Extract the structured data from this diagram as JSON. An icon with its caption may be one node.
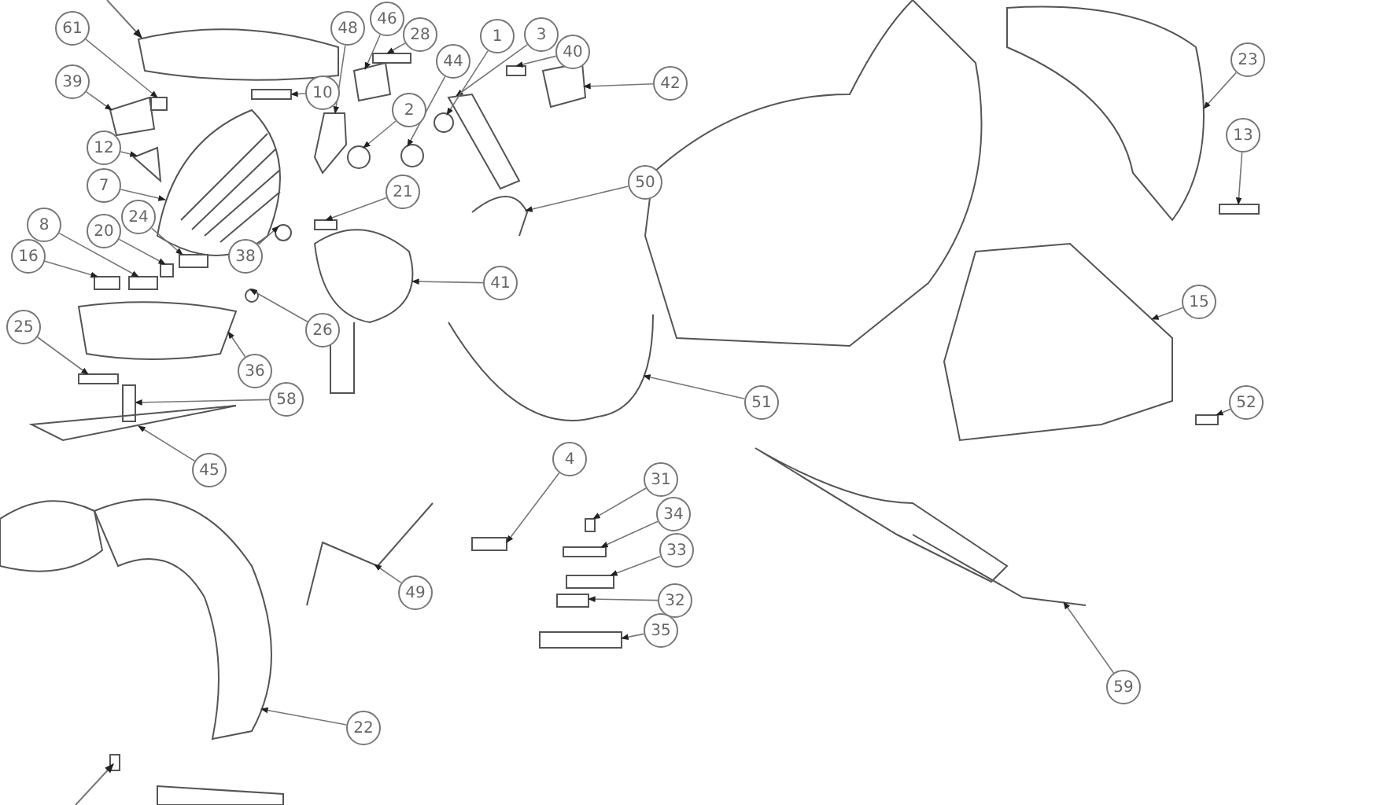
{
  "diagram": {
    "nodes": [
      {
        "text": [
          "46"
        ]
      },
      {
        "text": [
          "61"
        ]
      },
      {
        "text": [
          "48"
        ]
      },
      {
        "text": [
          "28"
        ]
      },
      {
        "text": [
          "3"
        ]
      },
      {
        "text": [
          "1"
        ]
      },
      {
        "text": [
          "40"
        ]
      },
      {
        "text": [
          "23"
        ]
      },
      {
        "text": [
          "44"
        ]
      },
      {
        "text": [
          "39"
        ]
      },
      {
        "text": [
          "42"
        ]
      },
      {
        "text": [
          "10"
        ]
      },
      {
        "text": [
          "2"
        ]
      },
      {
        "text": [
          "13"
        ]
      },
      {
        "text": [
          "12"
        ]
      },
      {
        "text": [
          "50"
        ]
      },
      {
        "text": [
          "7"
        ]
      },
      {
        "text": [
          "21"
        ]
      },
      {
        "text": [
          "24"
        ]
      },
      {
        "text": [
          "8"
        ]
      },
      {
        "text": [
          "20"
        ]
      },
      {
        "text": [
          "16"
        ]
      },
      {
        "text": [
          "38"
        ]
      },
      {
        "text": [
          "41"
        ]
      },
      {
        "text": [
          "15"
        ]
      },
      {
        "text": [
          "25"
        ]
      },
      {
        "text": [
          "26"
        ]
      },
      {
        "text": [
          "36"
        ]
      },
      {
        "text": [
          "58"
        ]
      },
      {
        "text": [
          "51"
        ]
      },
      {
        "text": [
          "52"
        ]
      },
      {
        "text": [
          "4"
        ]
      },
      {
        "text": [
          "45"
        ]
      },
      {
        "text": [
          "31"
        ]
      },
      {
        "text": [
          "34"
        ]
      },
      {
        "text": [
          "33"
        ]
      },
      {
        "text": [
          "49"
        ]
      },
      {
        "text": [
          "32"
        ]
      },
      {
        "text": [
          "35"
        ]
      },
      {
        "text": [
          "59"
        ]
      },
      {
        "text": [
          "22"
        ]
      },
      {
        "text": [],
        "shape": "picture"
      },
      {
        "text": [],
        "shape": "box"
      },
      {
        "text": [],
        "shape": "picture"
      },
      {
        "text": [],
        "shape": "box"
      },
      {
        "text": [],
        "shape": "picture"
      },
      {
        "text": [],
        "shape": "circle"
      },
      {
        "text": [],
        "shape": "box"
      },
      {
        "text": [],
        "shape": "picture"
      },
      {
        "text": [],
        "shape": "circle"
      },
      {
        "text": [],
        "shape": "picture"
      },
      {
        "text": [],
        "shape": "picture"
      },
      {
        "text": [],
        "shape": "box"
      },
      {
        "text": [],
        "shape": "circle"
      },
      {
        "text": [],
        "shape": "box"
      },
      {
        "text": [],
        "shape": "picture"
      },
      {
        "text": [],
        "shape": "picture"
      },
      {
        "text": [],
        "shape": "picture"
      },
      {
        "text": [],
        "shape": "box"
      },
      {
        "text": [],
        "shape": "box"
      },
      {
        "text": [],
        "shape": "box"
      },
      {
        "text": [],
        "shape": "box"
      },
      {
        "text": [],
        "shape": "box"
      },
      {
        "text": [],
        "shape": "circle"
      },
      {
        "text": [],
        "shape": "picture"
      },
      {
        "text": [],
        "shape": "picture"
      },
      {
        "text": [],
        "shape": "box"
      },
      {
        "text": [],
        "shape": "circle"
      },
      {
        "text": [],
        "shape": "picture"
      },
      {
        "text": [],
        "shape": "box"
      },
      {
        "text": [],
        "shape": "picture"
      },
      {
        "text": [],
        "shape": "box"
      },
      {
        "text": [],
        "shape": "box"
      },
      {
        "text": [],
        "shape": "picture"
      },
      {
        "text": [],
        "shape": "box"
      },
      {
        "text": [],
        "shape": "box"
      },
      {
        "text": [],
        "shape": "box"
      },
      {
        "text": [],
        "shape": "picture"
      },
      {
        "text": [],
        "shape": "box"
      },
      {
        "text": [],
        "shape": "box"
      },
      {
        "text": [],
        "shape": "picture"
      },
      {
        "text": [],
        "shape": "picture"
      }
    ],
    "edges": [
      {
        "from": 0,
        "to": 41,
        "arrow": "to"
      },
      {
        "from": 1,
        "to": 42,
        "arrow": "to"
      },
      {
        "from": 2,
        "to": 43,
        "arrow": "to"
      },
      {
        "from": 3,
        "to": 44,
        "arrow": "to"
      },
      {
        "from": 4,
        "to": 45,
        "arrow": "to"
      },
      {
        "from": 5,
        "to": 46,
        "arrow": "to"
      },
      {
        "from": 6,
        "to": 47,
        "arrow": "to"
      },
      {
        "from": 7,
        "to": 48,
        "arrow": "to"
      },
      {
        "from": 8,
        "to": 49,
        "arrow": "to"
      },
      {
        "from": 9,
        "to": 50,
        "arrow": "to"
      },
      {
        "from": 10,
        "to": 51,
        "arrow": "to"
      },
      {
        "from": 11,
        "to": 52,
        "arrow": "to"
      },
      {
        "from": 12,
        "to": 53,
        "arrow": "to"
      },
      {
        "from": 13,
        "to": 54,
        "arrow": "to"
      },
      {
        "from": 14,
        "to": 55,
        "arrow": "to"
      },
      {
        "from": 15,
        "to": 56,
        "arrow": "to"
      },
      {
        "from": 16,
        "to": 57,
        "arrow": "to"
      },
      {
        "from": 17,
        "to": 58,
        "arrow": "to"
      },
      {
        "from": 18,
        "to": 59,
        "arrow": "to"
      },
      {
        "from": 19,
        "to": 60,
        "arrow": "to"
      },
      {
        "from": 20,
        "to": 61,
        "arrow": "to"
      },
      {
        "from": 21,
        "to": 62,
        "arrow": "to"
      },
      {
        "from": 22,
        "to": 63,
        "arrow": "to"
      },
      {
        "from": 23,
        "to": 64,
        "arrow": "to"
      },
      {
        "from": 24,
        "to": 65,
        "arrow": "to"
      },
      {
        "from": 25,
        "to": 66,
        "arrow": "to"
      },
      {
        "from": 26,
        "to": 67,
        "arrow": "to"
      },
      {
        "from": 27,
        "to": 68,
        "arrow": "to"
      },
      {
        "from": 28,
        "to": 69,
        "arrow": "to"
      },
      {
        "from": 29,
        "to": 70,
        "arrow": "to"
      },
      {
        "from": 30,
        "to": 71,
        "arrow": "to"
      },
      {
        "from": 31,
        "to": 72,
        "arrow": "to"
      },
      {
        "from": 32,
        "to": 73,
        "arrow": "to"
      },
      {
        "from": 33,
        "to": 74,
        "arrow": "to"
      },
      {
        "from": 34,
        "to": 75,
        "arrow": "to"
      },
      {
        "from": 35,
        "to": 76,
        "arrow": "to"
      },
      {
        "from": 36,
        "to": 77,
        "arrow": "to"
      },
      {
        "from": 37,
        "to": 78,
        "arrow": "to"
      },
      {
        "from": 38,
        "to": 79,
        "arrow": "to"
      },
      {
        "from": 39,
        "to": 80,
        "arrow": "to"
      },
      {
        "from": 40,
        "to": 81,
        "arrow": "to"
      }
    ]
  }
}
